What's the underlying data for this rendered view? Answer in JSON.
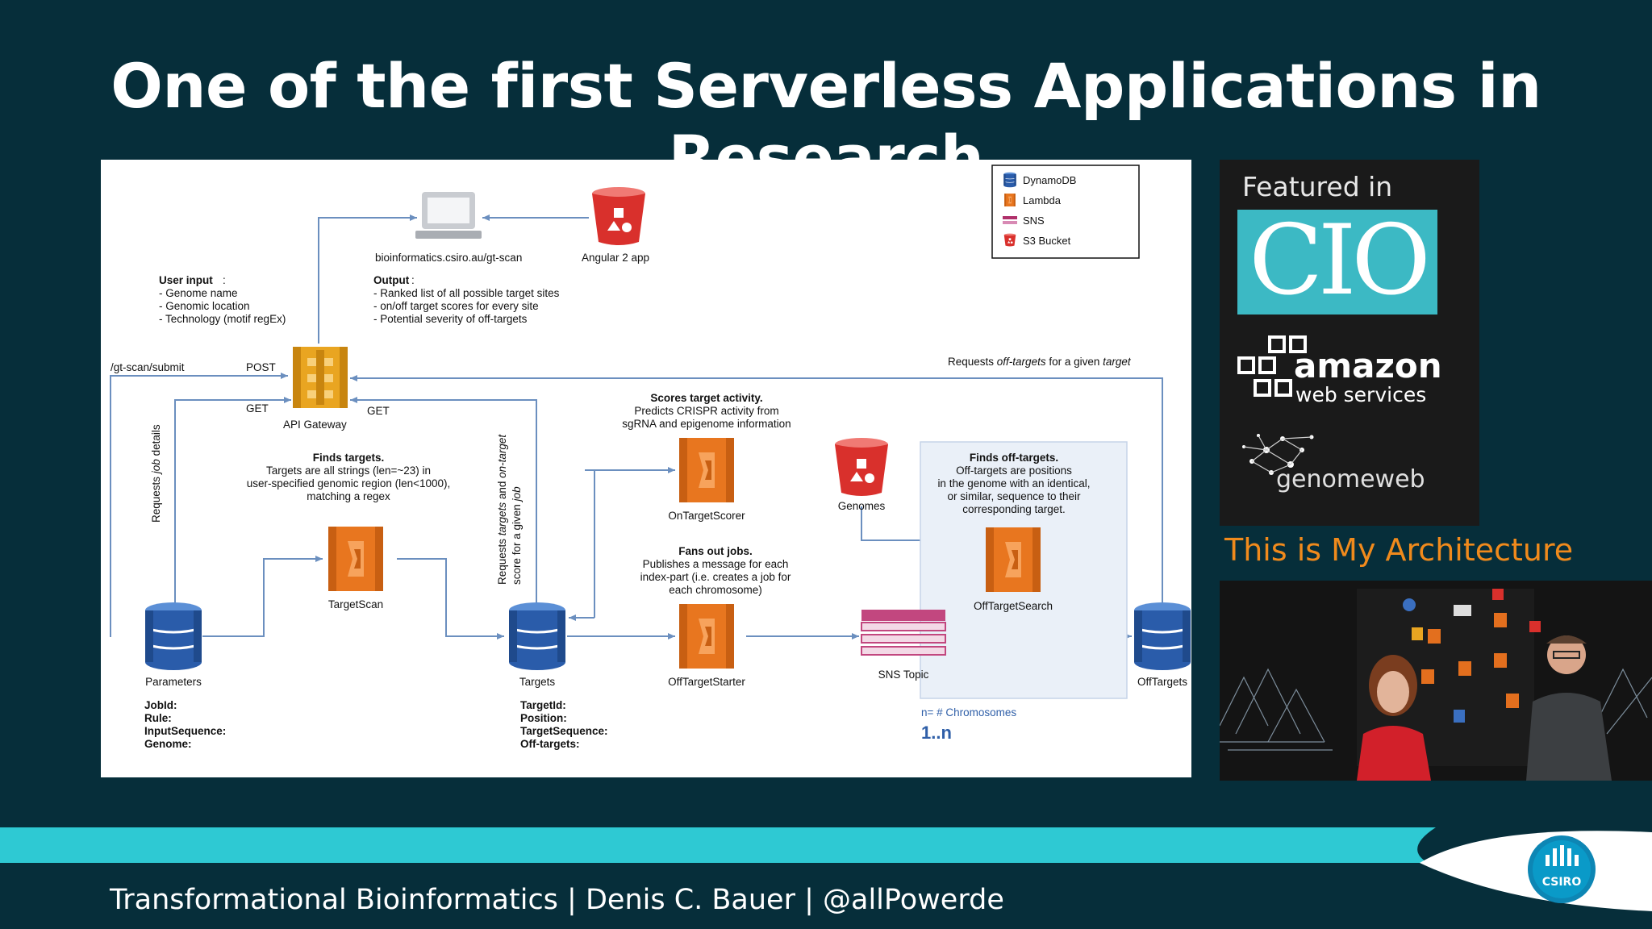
{
  "title": "One of the first Serverless Applications in Research",
  "diagram": {
    "legend": [
      "DynamoDB",
      "Lambda",
      "SNS",
      "S3 Bucket"
    ],
    "user_input_title": "User input",
    "user_input_items": [
      "- Genome name",
      "- Genomic location",
      "- Technology (motif regEx)"
    ],
    "website_label": "bioinformatics.csiro.au/gt-scan",
    "angular_label": "Angular 2 app",
    "output_title": "Output",
    "output_items": [
      "- Ranked list of all possible target sites",
      "- on/off target scores for every site",
      "- Potential severity of off-targets"
    ],
    "api_gateway": "API Gateway",
    "submit_path": "/gt-scan/submit",
    "post": "POST",
    "get_left": "GET",
    "get_right": "GET",
    "offtarget_request_parts": [
      "Requests ",
      "off-targets",
      " for a given ",
      "target"
    ],
    "requests_job_parts": [
      "Requests ",
      "job",
      " details"
    ],
    "requests_targets_line1_parts": [
      "Requests ",
      "targets",
      " and ",
      "on-target"
    ],
    "requests_targets_line2_parts": [
      "score for a given ",
      "job"
    ],
    "finds_targets_title": "Finds targets.",
    "finds_targets_lines": [
      "Targets are all strings (len=~23) in",
      "user-specified genomic region (len<1000),",
      "matching a regex"
    ],
    "scores_title": "Scores target activity.",
    "scores_lines": [
      "Predicts CRISPR activity from",
      "sgRNA and epigenome information"
    ],
    "offtargets_title": "Finds off-targets.",
    "offtargets_lines": [
      "Off-targets are positions",
      "in the genome with an identical,",
      "or similar, sequence to their",
      "corresponding target."
    ],
    "fans_title": "Fans out jobs.",
    "fans_lines": [
      "Publishes a message for each",
      "index-part (i.e. creates a job for",
      "each chromosome)"
    ],
    "genomes": "Genomes",
    "target_scan": "TargetScan",
    "on_target_scorer": "OnTargetScorer",
    "off_target_search": "OffTargetSearch",
    "off_target_starter": "OffTargetStarter",
    "sns_topic": "SNS Topic",
    "parameters": "Parameters",
    "targets": "Targets",
    "off_targets": "OffTargets",
    "parameters_fields": [
      "JobId:",
      "Rule:",
      "InputSequence:",
      "Genome:"
    ],
    "targets_fields": [
      "TargetId:",
      "Position:",
      "TargetSequence:",
      "Off-targets:"
    ],
    "chromosomes": "n= # Chromosomes",
    "range": "1..n"
  },
  "featured": {
    "label": "Featured in",
    "cio": "CIO",
    "aws_line1": "amazon",
    "aws_line2": "web services",
    "genomeweb": "genomeweb"
  },
  "tima": "This is My Architecture",
  "footer": {
    "text": "Transformational Bioinformatics | Denis C. Bauer | @allPowerde",
    "logo": "CSIRO"
  },
  "colors": {
    "background": "#062e3a",
    "accent": "#2ec9d3",
    "lambda": "#e8761f",
    "dynamodb": "#2a5caa",
    "s3": "#d9302c",
    "arrow": "#6b8fbf",
    "tima": "#f08a1c"
  }
}
